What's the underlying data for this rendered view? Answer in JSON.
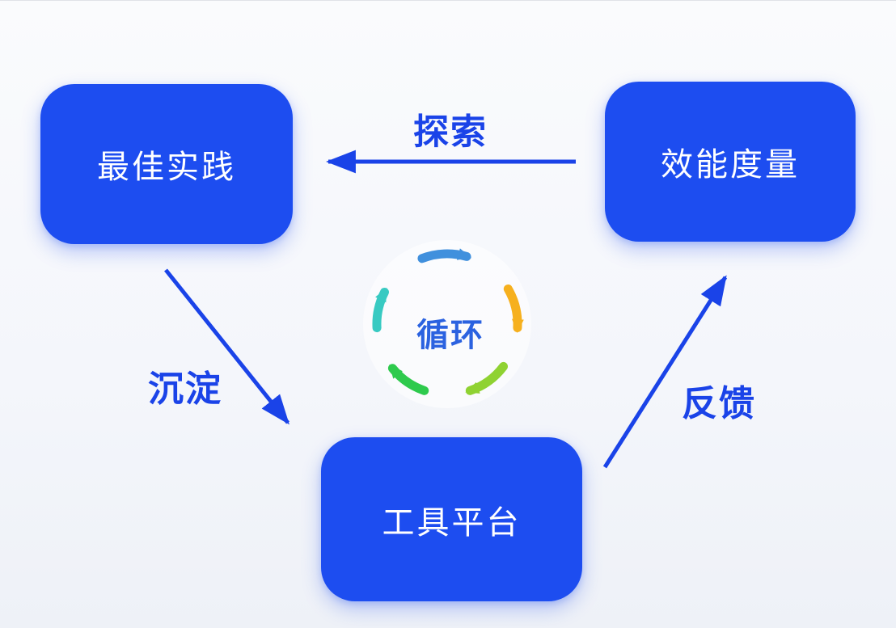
{
  "diagram": {
    "title": "dev-efficiency-cycle",
    "background": "#f4f6fb",
    "nodes": [
      {
        "id": "best-practices",
        "label": "最佳实践"
      },
      {
        "id": "efficiency-metrics",
        "label": "效能度量"
      },
      {
        "id": "tool-platform",
        "label": "工具平台"
      }
    ],
    "edges": [
      {
        "id": "explore",
        "label": "探索",
        "from": "efficiency-metrics",
        "to": "best-practices"
      },
      {
        "id": "precipitate",
        "label": "沉淀",
        "from": "best-practices",
        "to": "tool-platform"
      },
      {
        "id": "feedback",
        "label": "反馈",
        "from": "tool-platform",
        "to": "efficiency-metrics"
      }
    ],
    "center": {
      "label": "循环",
      "icon": "cycle-arrows-icon"
    }
  },
  "colors": {
    "node_fill": "#1d4df0",
    "node_text": "#ffffff",
    "arrow": "#1a43e8",
    "label_text": "#1a43e8",
    "cycle_text": "#2b62e0",
    "arc_blue": "#4090dd",
    "arc_orange": "#f6b01e",
    "arc_lime": "#8fd232",
    "arc_green": "#2eca4d",
    "arc_teal": "#38cac2"
  }
}
